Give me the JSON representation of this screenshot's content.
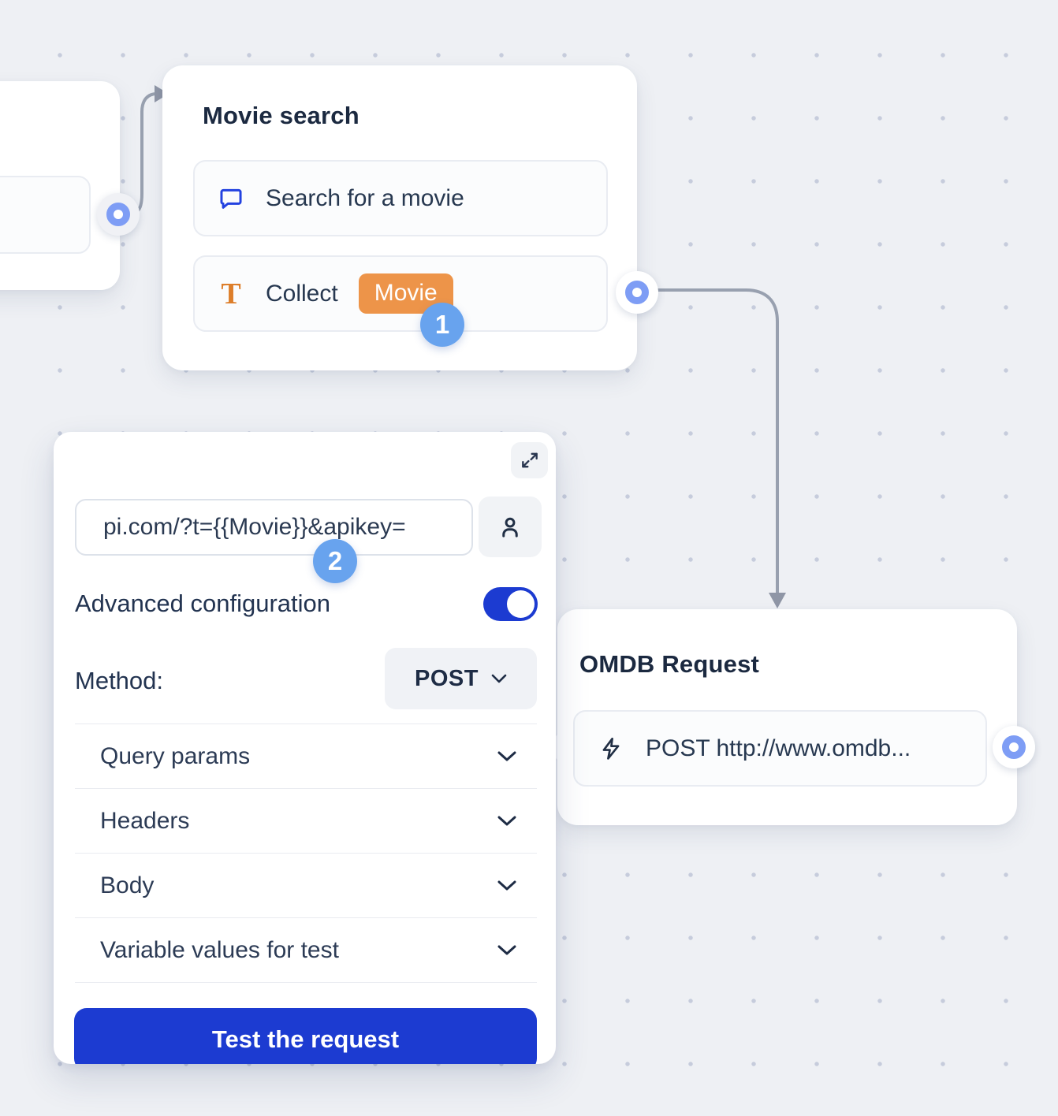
{
  "canvas": {
    "background": "#eef0f4",
    "dot_color": "#c6ccdc"
  },
  "palette": {
    "accent_blue": "#1c3bd1",
    "connector_ring_blue": "#7e9df5",
    "step_badge_blue": "#68a3ee",
    "variable_chip_orange": "#ed9449",
    "connector_line_gray": "#98a0af",
    "title_text": "#1b2940",
    "label_text": "#273850"
  },
  "movie_node": {
    "title": "Movie search",
    "step_badge": "1",
    "items": [
      {
        "icon": "chat-bubble-icon",
        "label": "Search for a movie"
      },
      {
        "icon": "text-input-icon",
        "label": "Collect",
        "variable_chip": "Movie"
      }
    ]
  },
  "omdb_node": {
    "title": "OMDB Request",
    "items": [
      {
        "icon": "lightning-icon",
        "label": "POST http://www.omdb..."
      }
    ]
  },
  "request_panel": {
    "step_badge": "2",
    "url_input": {
      "value": "pi.com/?t={{Movie}}&apikey="
    },
    "advanced_toggle": {
      "label": "Advanced configuration",
      "state": "on"
    },
    "method": {
      "label": "Method:",
      "value": "POST"
    },
    "sections": [
      "Query params",
      "Headers",
      "Body",
      "Variable values for test"
    ],
    "test_button_label": "Test the request"
  }
}
